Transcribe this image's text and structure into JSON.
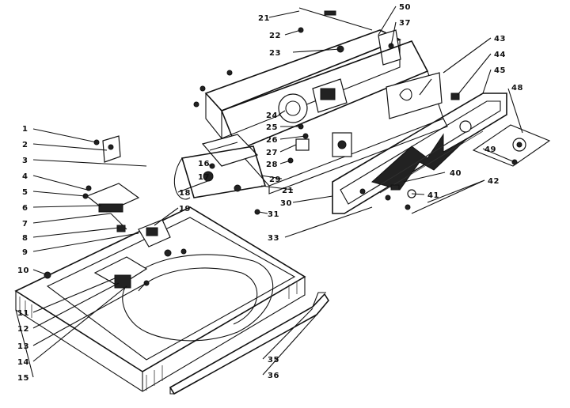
{
  "diagram": {
    "labels": [
      "1",
      "2",
      "3",
      "4",
      "5",
      "6",
      "7",
      "8",
      "9",
      "10",
      "11",
      "12",
      "13",
      "14",
      "15",
      "16",
      "17",
      "18",
      "19",
      "21",
      "22",
      "23",
      "24",
      "25",
      "26",
      "27",
      "28",
      "29",
      "21",
      "30",
      "31",
      "33",
      "35",
      "36",
      "37",
      "40",
      "41",
      "42",
      "43",
      "44",
      "45",
      "48",
      "49",
      "50"
    ]
  }
}
